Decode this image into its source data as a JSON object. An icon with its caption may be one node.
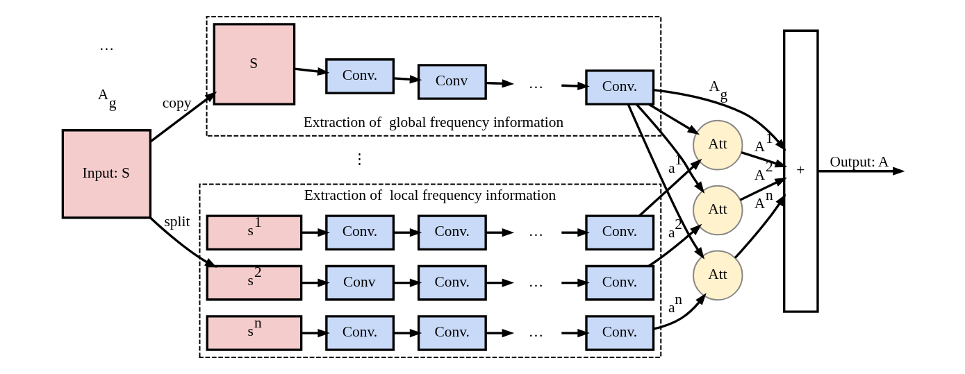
{
  "diagram": {
    "nodes": [
      {
        "text": [
          "Input: S"
        ]
      },
      {
        "text": [
          "Extraction of  local frequency information"
        ]
      },
      {
        "text": [
          "s$^{1}$"
        ],
        "in": 1
      },
      {
        "text": [
          "Conv."
        ],
        "in": 1
      },
      {
        "text": [
          "Conv."
        ],
        "in": 1
      },
      {
        "text": [
          "…"
        ],
        "in": 1
      },
      {
        "text": [
          "Conv."
        ],
        "in": 1
      },
      {
        "text": [
          "s$^{2}$"
        ],
        "in": 1
      },
      {
        "text": [
          "Conv"
        ],
        "in": 1
      },
      {
        "text": [
          "Conv."
        ],
        "in": 1
      },
      {
        "text": [
          "…"
        ],
        "in": 1
      },
      {
        "text": [
          "Conv."
        ],
        "in": 1
      },
      {
        "text": [
          "s$^{n}$"
        ],
        "in": 1
      },
      {
        "text": [
          "Conv."
        ],
        "in": 1
      },
      {
        "text": [
          "Conv."
        ],
        "in": 1
      },
      {
        "text": [
          "…"
        ],
        "in": 1
      },
      {
        "text": [
          "Conv."
        ],
        "in": 1
      },
      {
        "text": [
          "Extraction of  global frequency information"
        ]
      },
      {
        "text": [
          "S"
        ],
        "in": 17
      },
      {
        "text": [
          "Conv."
        ],
        "in": 17
      },
      {
        "text": [
          "Conv"
        ],
        "in": 17
      },
      {
        "text": [
          "…"
        ],
        "in": 17
      },
      {
        "text": [
          "Conv."
        ],
        "in": 17
      },
      {
        "text": [
          "Att"
        ]
      },
      {
        "text": [
          "Att"
        ]
      },
      {
        "text": [
          "Att"
        ]
      },
      {
        "text": [
          "+"
        ]
      }
    ],
    "edges": [
      {
        "from": 0,
        "to": 7,
        "arrow": "to",
        "label": "split"
      },
      {
        "from": 0,
        "to": 18,
        "arrow": "to",
        "label": "copy"
      },
      {
        "from": 2,
        "to": 3,
        "arrow": "to"
      },
      {
        "from": 3,
        "to": 4,
        "arrow": "to"
      },
      {
        "from": 4,
        "to": 5,
        "arrow": "to"
      },
      {
        "from": 5,
        "to": 6,
        "arrow": "to"
      },
      {
        "from": 7,
        "to": 8,
        "arrow": "to"
      },
      {
        "from": 8,
        "to": 9,
        "arrow": "to"
      },
      {
        "from": 9,
        "to": 10,
        "arrow": "to"
      },
      {
        "from": 10,
        "to": 11,
        "arrow": "to"
      },
      {
        "from": 12,
        "to": 13,
        "arrow": "to"
      },
      {
        "from": 13,
        "to": 14,
        "arrow": "to"
      },
      {
        "from": 14,
        "to": 15,
        "arrow": "to"
      },
      {
        "from": 15,
        "to": 16,
        "arrow": "to"
      },
      {
        "from": 18,
        "to": 19,
        "arrow": "to"
      },
      {
        "from": 19,
        "to": 20,
        "arrow": "to"
      },
      {
        "from": 20,
        "to": 21,
        "arrow": "to"
      },
      {
        "from": 21,
        "to": 22,
        "arrow": "to"
      },
      {
        "from": 6,
        "to": 23,
        "arrow": "to",
        "label": "a$^{1}$"
      },
      {
        "from": 11,
        "to": 24,
        "arrow": "to",
        "label": "a$^{2}$"
      },
      {
        "from": 16,
        "to": 25,
        "arrow": "to",
        "label": "a$^{n}$"
      },
      {
        "from": 22,
        "to": 25,
        "arrow": "to"
      },
      {
        "from": 22,
        "to": 24,
        "arrow": "to"
      },
      {
        "from": 22,
        "to": 23,
        "arrow": "to"
      },
      {
        "from": 23,
        "to": 26,
        "arrow": "to",
        "label": "A$^{1}$"
      },
      {
        "from": 24,
        "to": 26,
        "arrow": "to",
        "label": "A$^{2}$"
      },
      {
        "from": 25,
        "to": 26,
        "arrow": "to",
        "label": "A$^{n}$"
      },
      {
        "from": 22,
        "to": 26,
        "arrow": "to",
        "label": "A$_{g}$"
      },
      {
        "from": 26,
        "to": null,
        "arrow": "to",
        "label": "Output: A"
      }
    ],
    "labels": [
      "⋮",
      "A$_{g}$",
      "…"
    ]
  }
}
